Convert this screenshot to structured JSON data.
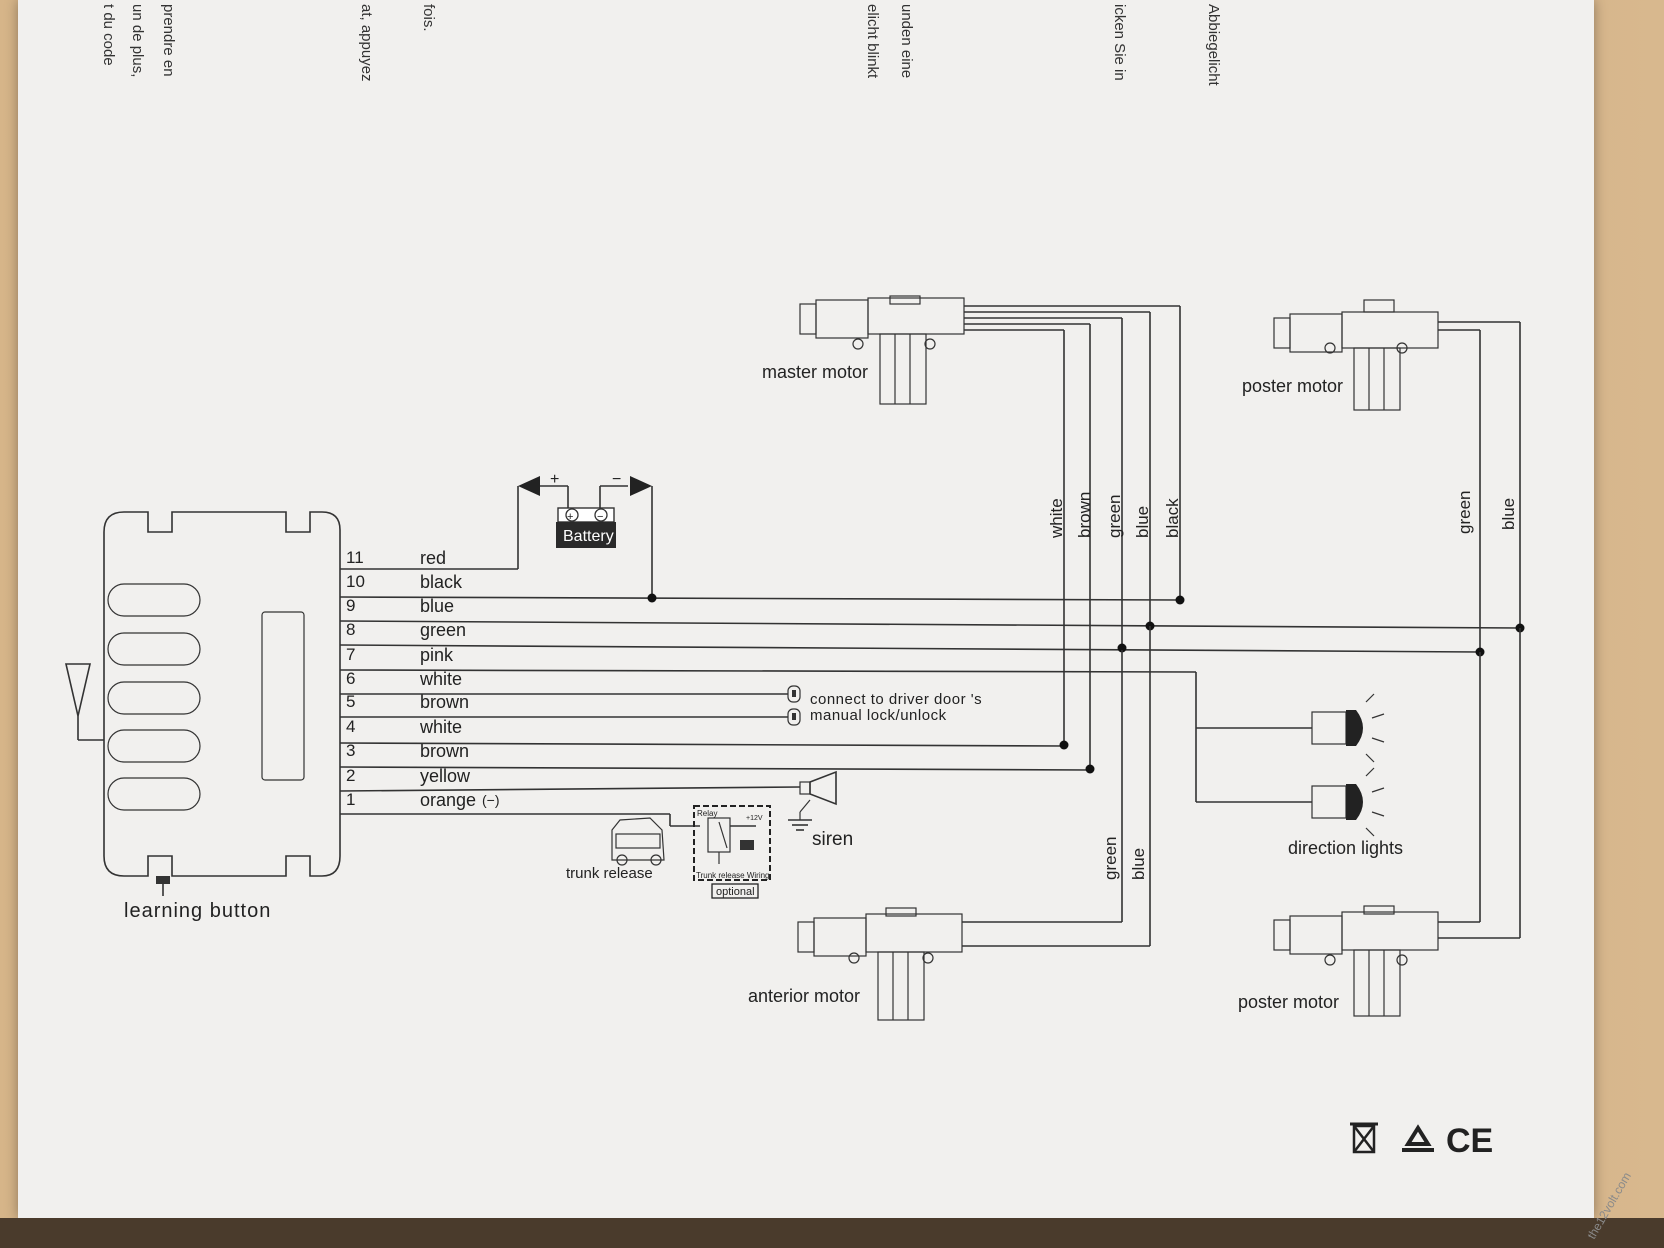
{
  "margin_text": {
    "col1": [
      "t du code",
      "un de plus,",
      "prendre en"
    ],
    "col2": [
      "at, appuyez"
    ],
    "col3": [
      "fois."
    ],
    "col4": [
      "unden eine",
      "elicht blinkt"
    ],
    "col5": [
      "icken Sie in"
    ],
    "col6": [
      "Abbiegelicht"
    ]
  },
  "wires": [
    {
      "num": "11",
      "color": "red"
    },
    {
      "num": "10",
      "color": "black"
    },
    {
      "num": "9",
      "color": "blue"
    },
    {
      "num": "8",
      "color": "green"
    },
    {
      "num": "7",
      "color": "pink"
    },
    {
      "num": "6",
      "color": "white"
    },
    {
      "num": "5",
      "color": "brown"
    },
    {
      "num": "4",
      "color": "white"
    },
    {
      "num": "3",
      "color": "brown"
    },
    {
      "num": "2",
      "color": "yellow"
    },
    {
      "num": "1",
      "color": "orange"
    }
  ],
  "orange_suffix": "(−)",
  "battery": {
    "label": "Battery",
    "plus": "+",
    "minus": "−"
  },
  "learning_button": "learning button",
  "driver_door": {
    "line1": "connect to driver door 's",
    "line2": "manual lock/unlock"
  },
  "siren": "siren",
  "trunk_release": "trunk release",
  "relay": {
    "relay_label": "Relay",
    "volt_label": "+12V",
    "caption": "Trunk release Wiring",
    "optional": "optional"
  },
  "motors": {
    "master": "master motor",
    "poster_top": "poster motor",
    "anterior": "anterior motor",
    "poster_bottom": "poster motor"
  },
  "master_wire_labels": [
    "white",
    "brown",
    "green",
    "blue",
    "black"
  ],
  "poster_top_wire_labels": [
    "green",
    "blue"
  ],
  "anterior_wire_labels": [
    "green",
    "blue"
  ],
  "direction_lights": "direction lights",
  "cert_marks": [
    "CE"
  ],
  "watermark": "the12volt.com"
}
